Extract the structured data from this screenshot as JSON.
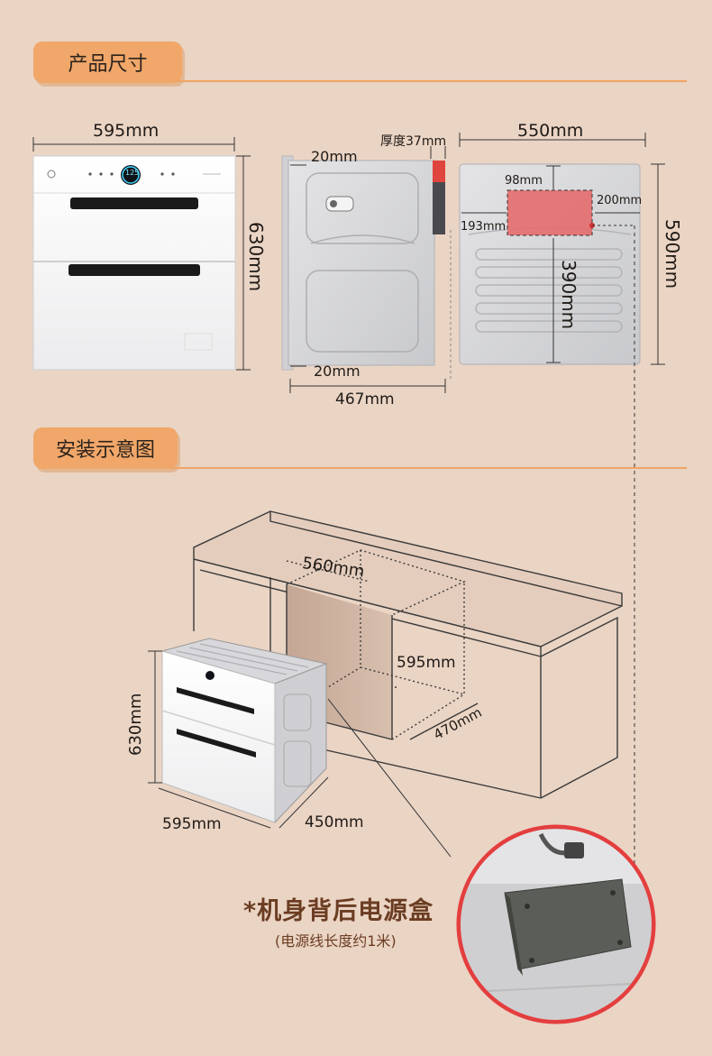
{
  "sections": {
    "dimensions_label": "产品尺寸",
    "install_label": "安装示意图"
  },
  "front_view": {
    "width": "595mm",
    "height": "630mm",
    "display_text": "125"
  },
  "side_view": {
    "thickness": "厚度37mm",
    "top_gap": "20mm",
    "bottom_gap": "20mm",
    "depth": "467mm"
  },
  "back_view": {
    "width": "550mm",
    "height": "590mm",
    "box_top": "98mm",
    "box_left": "193mm",
    "box_width": "200mm",
    "box_height_from_bottom": "390mm"
  },
  "install": {
    "cabinet_width": "560mm",
    "cabinet_height": "595mm",
    "cabinet_depth": "470mm",
    "unit_height": "630mm",
    "unit_width": "595mm",
    "unit_depth": "450mm"
  },
  "callout": {
    "title": "*机身背后电源盒",
    "subtitle": "(电源线长度约1米)"
  },
  "colors": {
    "background": "#ead4c4",
    "accent": "#f0a769",
    "highlight": "#e36a6a"
  }
}
